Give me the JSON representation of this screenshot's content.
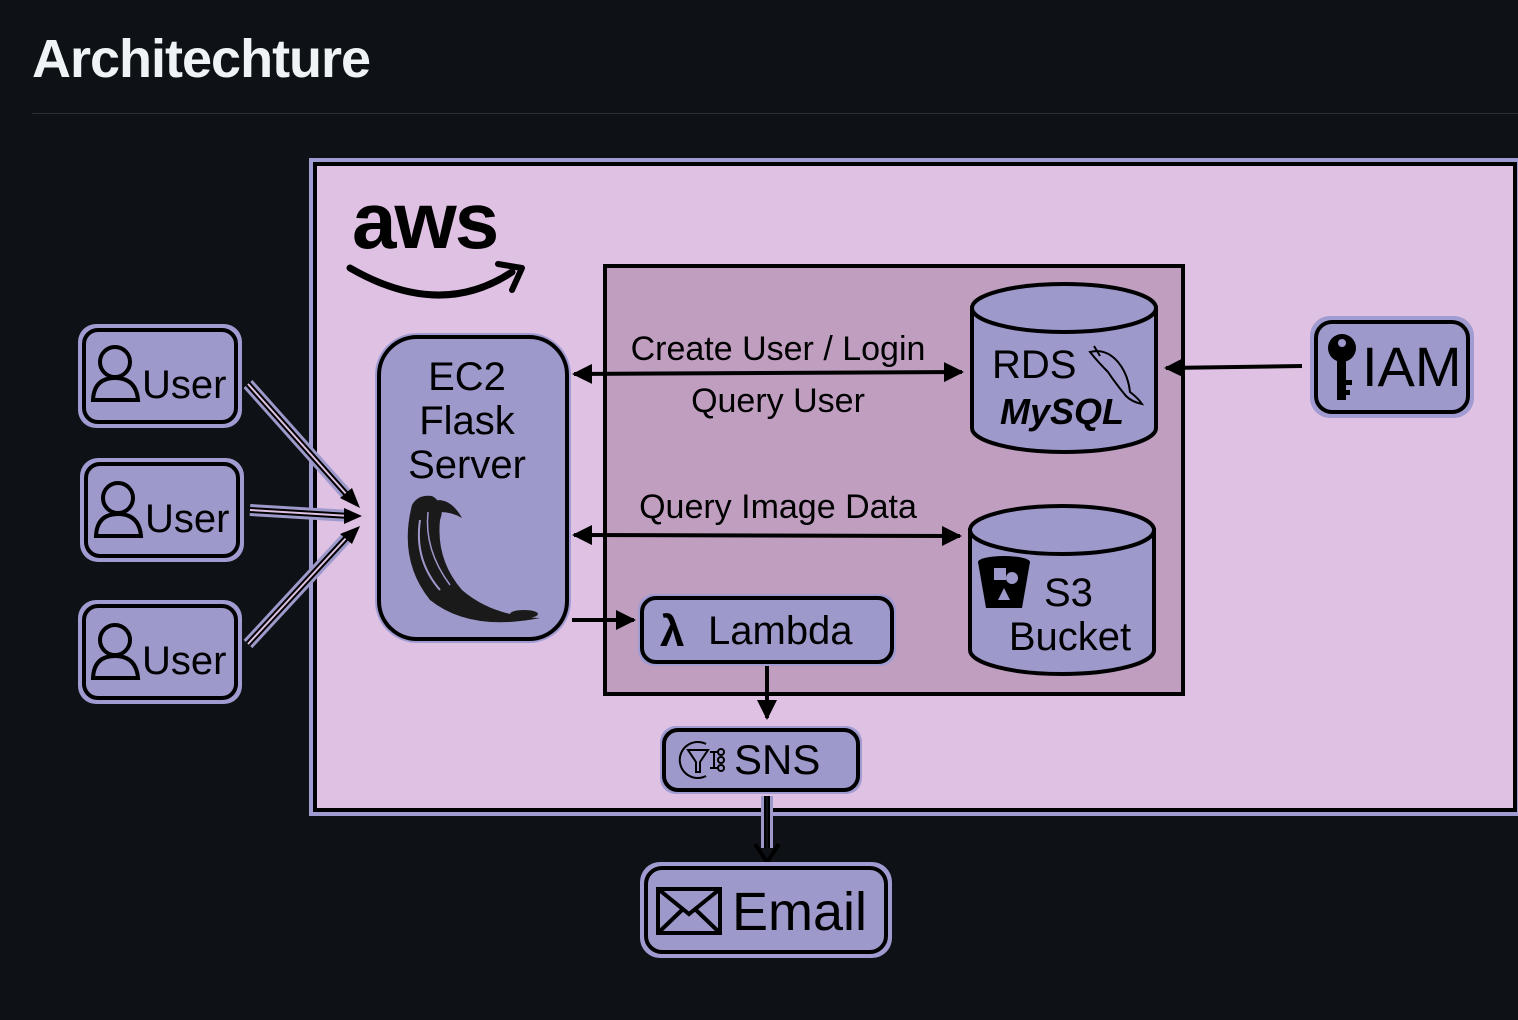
{
  "page": {
    "heading": "Architechture"
  },
  "diagram": {
    "aws_logo": "aws",
    "users": [
      {
        "label": "User",
        "icon": "user-icon"
      },
      {
        "label": "User",
        "icon": "user-icon"
      },
      {
        "label": "User",
        "icon": "user-icon"
      }
    ],
    "ec2": {
      "line1": "EC2",
      "line2": "Flask",
      "line3": "Server",
      "icon": "flask-horn-icon"
    },
    "edges": {
      "create_login": "Create User / Login",
      "query_user": "Query User",
      "query_image": "Query Image Data"
    },
    "rds": {
      "label": "RDS",
      "sublabel": "MySQL",
      "icon": "mysql-dolphin-icon"
    },
    "s3": {
      "line1": "S3",
      "line2": "Bucket",
      "icon": "s3-bucket-icon"
    },
    "iam": {
      "label": "IAM",
      "icon": "key-icon"
    },
    "lambda": {
      "label": "Lambda",
      "icon": "lambda-icon"
    },
    "sns": {
      "label": "SNS",
      "icon": "sns-filter-icon"
    },
    "email": {
      "label": "Email",
      "icon": "envelope-icon"
    },
    "colors": {
      "background": "#0e1116",
      "aws_panel": "#dfc1e3",
      "inner_panel": "#bf9ebf",
      "node_fill": "#9d99cb",
      "node_border": "#a09bd0",
      "heading": "#f0f3f6"
    }
  }
}
